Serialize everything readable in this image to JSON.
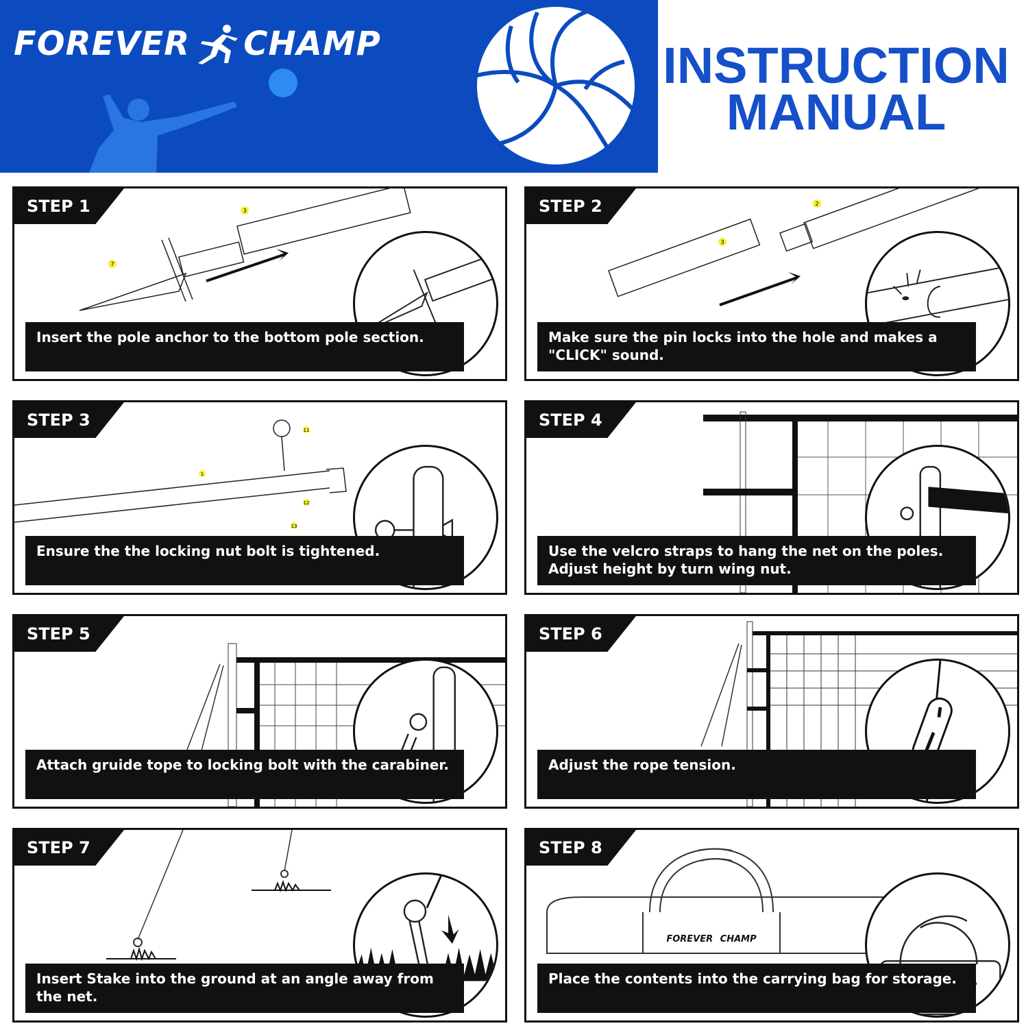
{
  "header": {
    "brand_left": "FOREVER",
    "brand_right": "CHAMP",
    "title_line1": "INSTRUCTION",
    "title_line2": "MANUAL"
  },
  "colors": {
    "banner": "#0b4bbf",
    "title": "#1650c9",
    "dark": "#111111"
  },
  "steps": [
    {
      "label": "STEP 1",
      "text": "Insert the pole anchor to the bottom pole section."
    },
    {
      "label": "STEP 2",
      "text": "Make sure the pin locks into the hole and makes a \"CLICK\" sound."
    },
    {
      "label": "STEP 3",
      "text": "Ensure the the locking nut bolt is tightened."
    },
    {
      "label": "STEP 4",
      "text": "Use the velcro straps to hang the net on the poles. Adjust height by turn wing nut."
    },
    {
      "label": "STEP 5",
      "text": "Attach gruide tope to locking bolt with the carabiner."
    },
    {
      "label": "STEP 6",
      "text": "Adjust the rope tension."
    },
    {
      "label": "STEP 7",
      "text": "Insert Stake into the ground at an angle away from the net."
    },
    {
      "label": "STEP 8",
      "text": "Place the contents into the carrying bag for storage."
    }
  ],
  "part_numbers": {
    "step1": [
      "3",
      "7"
    ],
    "step2": [
      "2",
      "3"
    ],
    "step3": [
      "11",
      "1",
      "12",
      "13"
    ]
  },
  "bag_brand": {
    "left": "FOREVER",
    "right": "CHAMP"
  }
}
